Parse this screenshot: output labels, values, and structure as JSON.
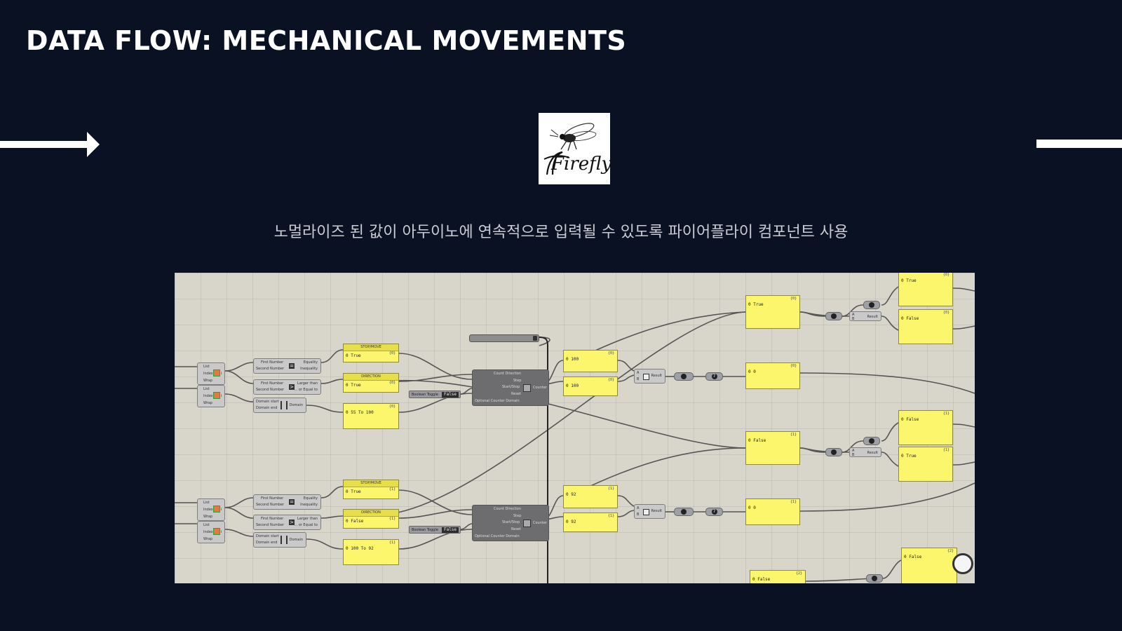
{
  "slide": {
    "title": "DATA FLOW: MECHANICAL MOVEMENTS",
    "subtitle": "노멀라이즈 된 값이 아두이노에 연속적으로 입력될 수 있도록 파이어플라이 컴포넌트 사용",
    "logo_label": "Firefly"
  },
  "colors": {
    "background": "#0a1122",
    "panel": "#fbf66c",
    "canvas": "#d8d5cb"
  },
  "canvas": {
    "list_nodes": [
      {
        "inputs": [
          "List",
          "Index",
          "Wrap"
        ],
        "output": "i"
      },
      {
        "inputs": [
          "List",
          "Index",
          "Wrap"
        ],
        "output": "i"
      },
      {
        "inputs": [
          "List",
          "Index",
          "Wrap"
        ],
        "output": "i"
      },
      {
        "inputs": [
          "List",
          "Index",
          "Wrap"
        ],
        "output": "i"
      }
    ],
    "equality_nodes": [
      {
        "inputs": [
          "First Number",
          "Second Number"
        ],
        "outputs": [
          "Equality",
          "Inequality"
        ]
      },
      {
        "inputs": [
          "First Number",
          "Second Number"
        ],
        "outputs": [
          "Equality",
          "Inequality"
        ]
      }
    ],
    "larger_nodes": [
      {
        "inputs": [
          "First Number",
          "Second Number"
        ],
        "outputs": [
          "Larger than",
          "... or Equal to"
        ]
      },
      {
        "inputs": [
          "First Number",
          "Second Number"
        ],
        "outputs": [
          "Larger than",
          "... or Equal to"
        ]
      }
    ],
    "domain_nodes": [
      {
        "inputs": [
          "Domain start",
          "Domain end"
        ],
        "output": "Domain"
      },
      {
        "inputs": [
          "Domain start",
          "Domain end"
        ],
        "output": "Domain"
      }
    ],
    "counter_nodes": [
      {
        "inputs": [
          "Count Direction",
          "Step",
          "Start/Stop",
          "Reset",
          "Optional Counter Domain"
        ],
        "output": "Counter"
      },
      {
        "inputs": [
          "Count Direction",
          "Step",
          "Start/Stop",
          "Reset",
          "Optional Counter Domain"
        ],
        "output": "Counter"
      }
    ],
    "toggles": [
      {
        "label": "Boolean Toggle",
        "value": "False"
      },
      {
        "label": "Boolean Toggle",
        "value": "False"
      }
    ],
    "and_nodes": [
      {
        "inputs": [
          "A",
          "B"
        ],
        "output": "Result"
      },
      {
        "inputs": [
          "A",
          "B"
        ],
        "output": "Result"
      },
      {
        "inputs": [
          "A",
          "B"
        ],
        "output": "Result"
      },
      {
        "inputs": [
          "A",
          "B"
        ],
        "output": "Result"
      }
    ],
    "panels": {
      "stop_move_1": {
        "title": "STOP/MOVE",
        "index": "{0}",
        "value": "0  True"
      },
      "direction_1": {
        "title": "DIRECTION",
        "index": "{0}",
        "value": "0  True"
      },
      "range_1": {
        "index": "{0}",
        "value": "0  55 To 100"
      },
      "stop_move_2": {
        "title": "STOP/MOVE",
        "index": "{1}",
        "value": "0  True"
      },
      "direction_2": {
        "title": "DIRECTION",
        "index": "{1}",
        "value": "0  False"
      },
      "range_2": {
        "index": "{1}",
        "value": "0  100 To 92"
      },
      "counter_1a": {
        "index": "{0}",
        "value": "0  100"
      },
      "counter_1b": {
        "index": "{0}",
        "value": "0  100"
      },
      "counter_2a": {
        "index": "{1}",
        "value": "0  92"
      },
      "counter_2b": {
        "index": "{1}",
        "value": "0  92"
      },
      "bool_true_1": {
        "index": "{0}",
        "value": "0  True"
      },
      "out_zero_1": {
        "index": "{0}",
        "value": "0  0"
      },
      "bool_false_2": {
        "index": "{1}",
        "value": "0  False"
      },
      "out_zero_2": {
        "index": "{1}",
        "value": "0  0"
      },
      "right_true_1": {
        "index": "{0}",
        "value": "0  True"
      },
      "right_false_1": {
        "index": "{0}",
        "value": "0  False"
      },
      "right_false_2": {
        "index": "{1}",
        "value": "0  False"
      },
      "right_true_2": {
        "index": "{1}",
        "value": "0  True"
      },
      "bottom_false_1": {
        "index": "{2}",
        "value": "0  False"
      },
      "bottom_false_2": {
        "index": "{2}",
        "value": "0  False"
      }
    },
    "gate_glyph": "7"
  }
}
